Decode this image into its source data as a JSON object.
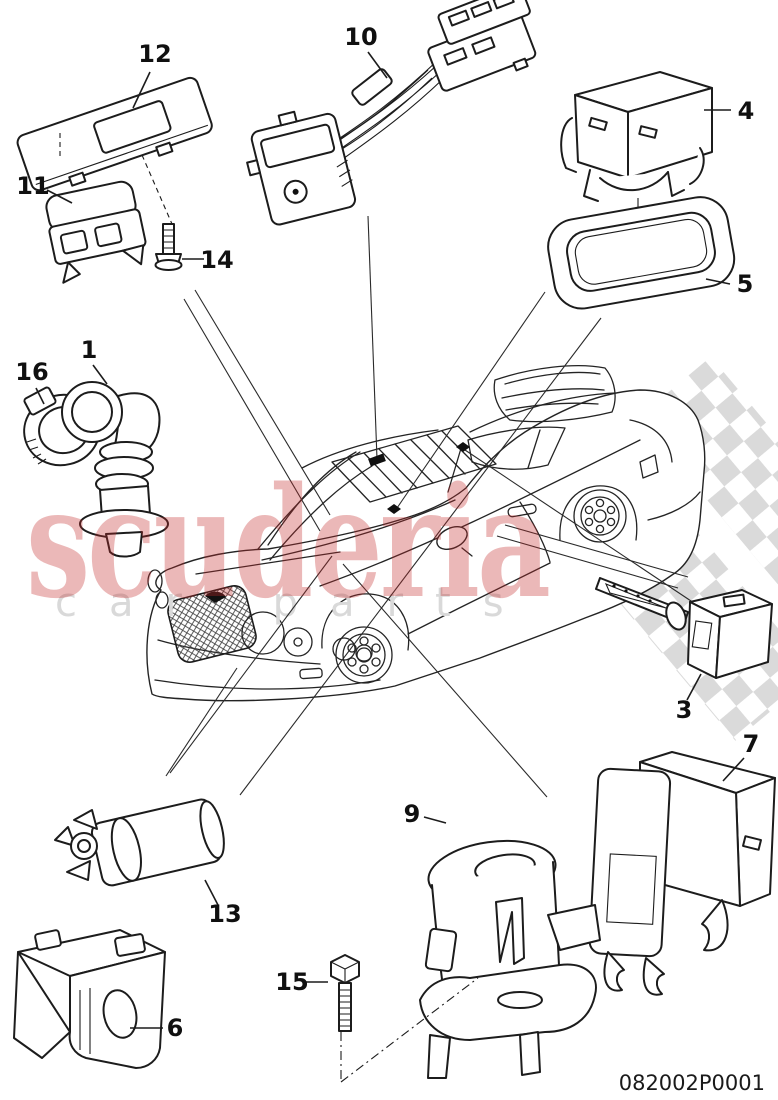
{
  "diagram": {
    "code": "082002P0001"
  },
  "watermark": {
    "title": "scuderia",
    "subtitle": "car parts",
    "title_color": "#c32b2b",
    "subtitle_color": "#d9d9d9",
    "checker_color": "#d6d6d6"
  },
  "colors": {
    "line": "#1c1c1c",
    "background": "#ffffff"
  },
  "parts": {
    "p1": {
      "label": "1"
    },
    "p3": {
      "label": "3"
    },
    "p4": {
      "label": "4"
    },
    "p5": {
      "label": "5"
    },
    "p6": {
      "label": "6"
    },
    "p7": {
      "label": "7"
    },
    "p9": {
      "label": "9"
    },
    "p10": {
      "label": "10"
    },
    "p11": {
      "label": "11"
    },
    "p12": {
      "label": "12"
    },
    "p13": {
      "label": "13"
    },
    "p14": {
      "label": "14"
    },
    "p15": {
      "label": "15"
    },
    "p16": {
      "label": "16"
    }
  }
}
